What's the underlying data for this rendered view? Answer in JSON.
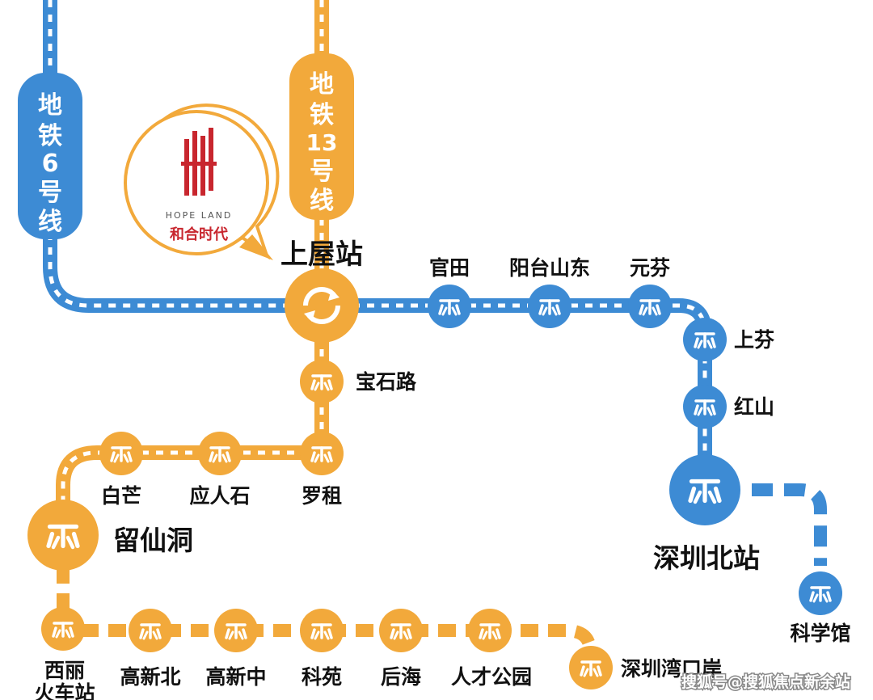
{
  "lines": {
    "line6": {
      "label_chars": [
        "地",
        "铁",
        "6",
        "号",
        "线"
      ],
      "color": "#3d8bd4"
    },
    "line13": {
      "label_chars": [
        "地",
        "铁",
        "13",
        "号",
        "线"
      ],
      "color": "#f2a93b"
    }
  },
  "callout": {
    "brand_en": "HOPE LAND",
    "brand_cn": "和合时代",
    "logo_color": "#c8262e"
  },
  "stations": {
    "shangwu": "上屋站",
    "guantian": "官田",
    "yangtai": "阳台山东",
    "yuanfen": "元芬",
    "shangfen": "上芬",
    "hongshan": "红山",
    "shenzhen_north": "深圳北站",
    "kexueguan": "科学馆",
    "baoshi": "宝石路",
    "luozu": "罗租",
    "yingrenshi": "应人石",
    "baimang": "白芒",
    "liuxiandong": "留仙洞",
    "xili_line1": "西丽",
    "xili_line2": "火车站",
    "gaoxinbei": "高新北",
    "gaoxinzhong": "高新中",
    "keyuan": "科苑",
    "houhai": "后海",
    "rencai": "人才公园",
    "kouan": "深圳湾口岸"
  },
  "watermark": "搜狐号@搜狐焦点新余站",
  "icons": {
    "metro": "metro-logo-icon",
    "interchange": "interchange-icon"
  }
}
